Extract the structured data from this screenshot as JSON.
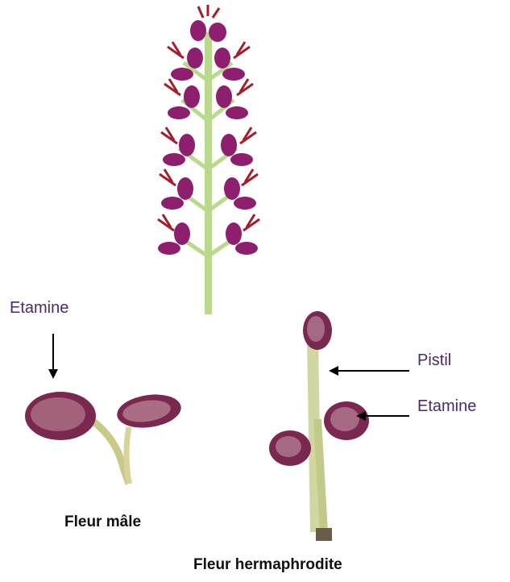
{
  "labels": {
    "male_stamen": "Etamine",
    "pistil": "Pistil",
    "herm_stamen": "Etamine"
  },
  "captions": {
    "male": "Fleur mâle",
    "hermaphrodite": "Fleur hermaphrodite"
  },
  "colors": {
    "petal": "#8e1f6e",
    "petal_dark": "#6b1452",
    "stem": "#b9d98c",
    "stamen_red": "#a01f2a",
    "label_text": "#4a2a6a",
    "caption_text": "#111111"
  }
}
